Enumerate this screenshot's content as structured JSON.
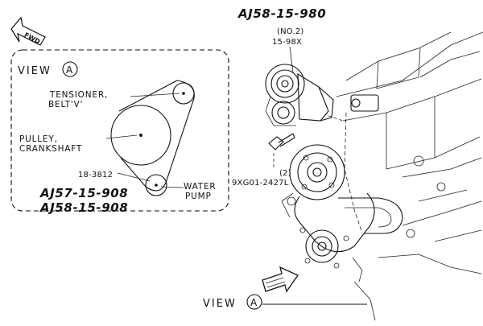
{
  "header": {
    "assembly_number": "AJ58-15-980"
  },
  "fwd_arrow": {
    "label": "FWD"
  },
  "view_box": {
    "title_prefix": "VIEW",
    "title_circle": "A",
    "tensioner_label_line1": "TENSIONER,",
    "tensioner_label_line2": "BELT'V'",
    "crankshaft_label_line1": "PULLEY,",
    "crankshaft_label_line2": "CRANKSHAFT",
    "belt_part_number": "18-3812",
    "water_pump_label_line1": "WATER",
    "water_pump_label_line2": "PUMP",
    "assembly_1": "AJ57-15-908",
    "assembly_2": "AJ58-15-908"
  },
  "callouts": {
    "tensioner_no": "(NO.2)",
    "tensioner_part": "15-98X",
    "bolt_qty": "(2)",
    "bolt_part": "9XG01-2427L"
  },
  "view_arrow": {
    "label_prefix": "VIEW",
    "label_circle": "A"
  },
  "colors": {
    "ink": "#111111",
    "background": "#ffffff"
  }
}
